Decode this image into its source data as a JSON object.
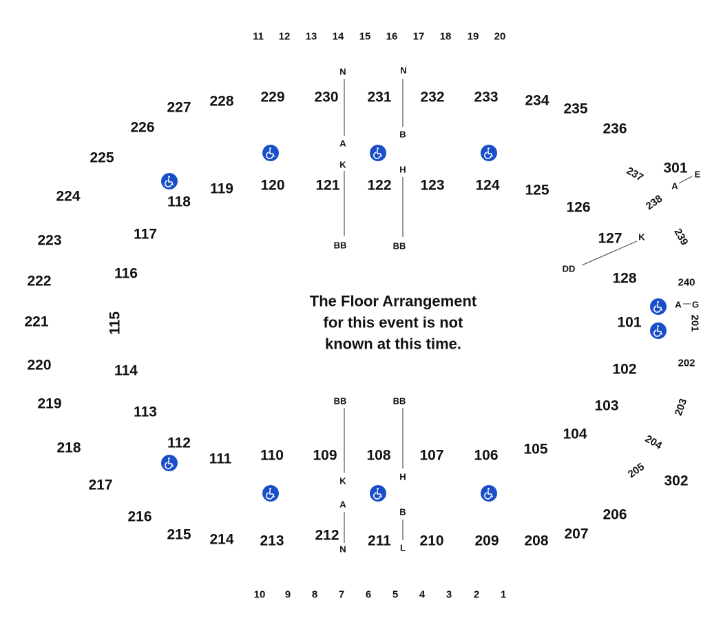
{
  "notice": {
    "line1": "The Floor Arrangement",
    "line2": "for this event is not",
    "line3": "known at this time."
  },
  "seats_top": [
    "11",
    "12",
    "13",
    "14",
    "15",
    "16",
    "17",
    "18",
    "19",
    "20"
  ],
  "seats_bottom": [
    "10",
    "9",
    "8",
    "7",
    "6",
    "5",
    "4",
    "3",
    "2",
    "1"
  ],
  "sections_200_top": [
    "227",
    "228",
    "229",
    "230",
    "231",
    "232",
    "233",
    "234",
    "235",
    "236",
    "226",
    "225",
    "237",
    "238",
    "239"
  ],
  "sections_100_top": [
    "118",
    "119",
    "120",
    "121",
    "122",
    "123",
    "124",
    "125",
    "126",
    "127"
  ],
  "sections_west": [
    "224",
    "223",
    "222",
    "221",
    "220",
    "219",
    "218",
    "217",
    "216",
    "215",
    "214",
    "117",
    "116",
    "115",
    "114",
    "113",
    "112",
    "111"
  ],
  "sections_bottom": [
    "110",
    "109",
    "108",
    "107",
    "106",
    "105",
    "104",
    "103",
    "102",
    "101",
    "128",
    "213",
    "212",
    "211",
    "210",
    "209",
    "208",
    "207",
    "206",
    "205",
    "204",
    "203",
    "202",
    "201",
    "240"
  ],
  "sections_300": [
    "301",
    "302"
  ],
  "rows": {
    "n": "N",
    "a": "A",
    "k": "K",
    "bb": "BB",
    "b": "B",
    "h": "H",
    "l": "L",
    "dd": "DD",
    "e": "E",
    "g": "G"
  },
  "icon": "wheelchair-icon",
  "accent_color": "#1a4fc9"
}
